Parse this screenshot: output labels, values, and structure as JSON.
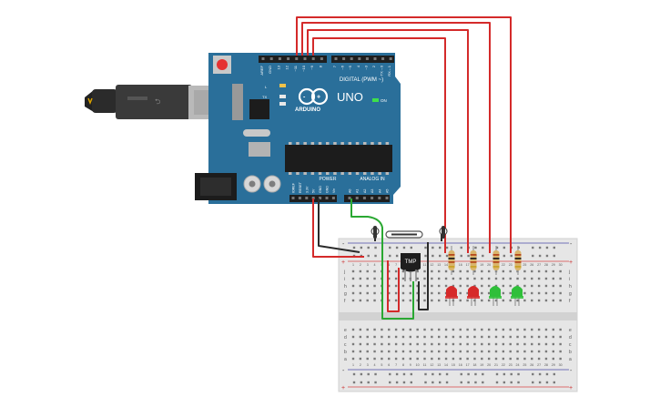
{
  "arduino": {
    "model": "UNO",
    "brand": "ARDUINO",
    "digital_header_label": "DIGITAL (PWM ~)",
    "power_label": "POWER",
    "analog_label": "ANALOG IN",
    "on_label": "ON",
    "l_label": "L",
    "tx_label": "TX",
    "rx_label": "RX",
    "top_header_left": [
      "AREF",
      "GND",
      "13",
      "12",
      "~11",
      "~10",
      "~9",
      "8"
    ],
    "top_header_right": [
      "7",
      "~6",
      "~5",
      "4",
      "~3",
      "2",
      "TX→0",
      "RX←1"
    ],
    "power_pins": [
      "IOREF",
      "RESET",
      "3.3V",
      "5V",
      "GND",
      "GND",
      "Vin"
    ],
    "analog_pins": [
      "A0",
      "A1",
      "A2",
      "A3",
      "A4",
      "A5"
    ]
  },
  "sensor": {
    "label": "TMP"
  },
  "breadboard": {
    "row_letters_top": [
      "j",
      "i",
      "h",
      "g",
      "f"
    ],
    "row_letters_bottom": [
      "e",
      "d",
      "c",
      "b",
      "a"
    ],
    "column_numbers": [
      "1",
      "2",
      "3",
      "4",
      "5",
      "6",
      "7",
      "8",
      "9",
      "10",
      "11",
      "12",
      "13",
      "14",
      "15",
      "16",
      "17",
      "18",
      "19",
      "20",
      "21",
      "22",
      "23",
      "24",
      "25",
      "26",
      "27",
      "28",
      "29",
      "30"
    ],
    "rail_plus": "+",
    "rail_minus": "-"
  },
  "leds": [
    {
      "color": "red",
      "hex": "#d62a2a"
    },
    {
      "color": "red",
      "hex": "#d62a2a"
    },
    {
      "color": "green",
      "hex": "#2fbf3a"
    },
    {
      "color": "green",
      "hex": "#2fbf3a"
    }
  ],
  "colors": {
    "board": "#2a6f9a",
    "board_dark": "#1f5a80",
    "wire_red": "#d42a2a",
    "wire_black": "#2a2a2a",
    "wire_green": "#2aa832",
    "breadboard": "#e6e6e6"
  }
}
